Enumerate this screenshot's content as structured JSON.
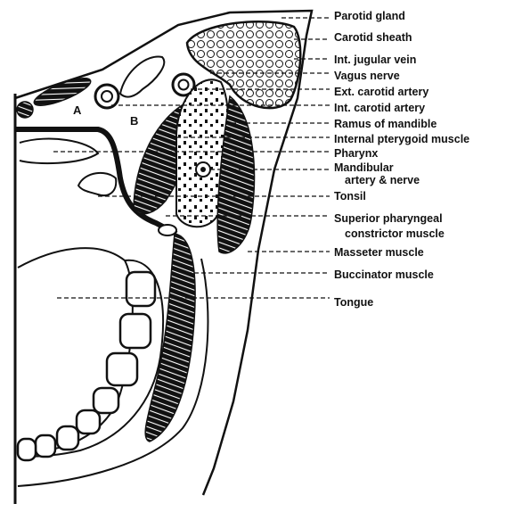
{
  "figure": {
    "markers": {
      "a": "A",
      "b": "B"
    },
    "labels": [
      "Parotid gland",
      "Carotid sheath",
      "Int. jugular vein",
      "Vagus nerve",
      "Ext. carotid artery",
      "Int. carotid artery",
      "Ramus of mandible",
      "Internal pterygoid muscle",
      "Pharynx",
      "Mandibular",
      "artery & nerve",
      "Tonsil",
      "Superior pharyngeal",
      "constrictor muscle",
      "Masseter muscle",
      "Buccinator muscle",
      "Tongue"
    ]
  }
}
